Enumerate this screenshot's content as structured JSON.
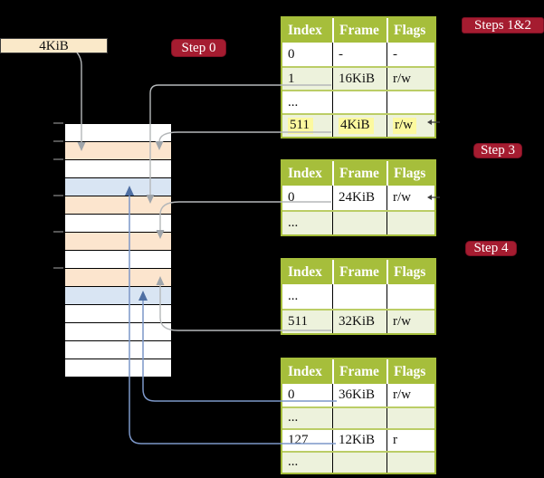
{
  "palette": {
    "background": "#000000",
    "table_header_green": "#A6BE3B",
    "table_row_green": "#EDF2DC",
    "highlight_yellow": "#FCF99F",
    "badge_red": "#A51C30",
    "frame_box_cream": "#FAE9C9",
    "gray_arrow": "#A9ACAE",
    "blue_arrow": "#4F6FA3",
    "row_colors": {
      "empty": "#FFFFFF",
      "pagetable": "#FCE5CE",
      "data": "#D9E5F3"
    }
  },
  "frame_label": {
    "text": "4KiB"
  },
  "badges": {
    "step0": "Step 0",
    "steps12": "Steps 1&2",
    "step3": "Step 3",
    "step4": "Step 4"
  },
  "memory": {
    "rows": [
      "empty",
      "pagetable",
      "empty",
      "data",
      "pagetable",
      "empty",
      "pagetable",
      "empty",
      "pagetable",
      "data",
      "empty",
      "empty",
      "empty",
      "empty"
    ]
  },
  "tables": [
    {
      "name": "root-page-table",
      "headers": [
        "Index",
        "Frame",
        "Flags"
      ],
      "rows": [
        {
          "cells": [
            "0",
            "-",
            "-"
          ],
          "shaded": false,
          "highlight": false
        },
        {
          "cells": [
            "1",
            "16KiB",
            "r/w"
          ],
          "shaded": true,
          "highlight": false
        },
        {
          "cells": [
            "...",
            "",
            ""
          ],
          "shaded": false,
          "highlight": false
        },
        {
          "cells": [
            "511",
            "4KiB",
            "r/w"
          ],
          "shaded": true,
          "highlight": true
        }
      ]
    },
    {
      "name": "level2-page-table",
      "headers": [
        "Index",
        "Frame",
        "Flags"
      ],
      "rows": [
        {
          "cells": [
            "0",
            "24KiB",
            "r/w"
          ],
          "shaded": false,
          "highlight": false
        },
        {
          "cells": [
            "...",
            "",
            ""
          ],
          "shaded": true,
          "highlight": false
        }
      ]
    },
    {
      "name": "level3-page-table",
      "headers": [
        "Index",
        "Frame",
        "Flags"
      ],
      "rows": [
        {
          "cells": [
            "...",
            "",
            ""
          ],
          "shaded": false,
          "highlight": false
        },
        {
          "cells": [
            "511",
            "32KiB",
            "r/w"
          ],
          "shaded": true,
          "highlight": false
        }
      ]
    },
    {
      "name": "leaf-page-table",
      "headers": [
        "Index",
        "Frame",
        "Flags"
      ],
      "rows": [
        {
          "cells": [
            "0",
            "36KiB",
            "r/w"
          ],
          "shaded": false,
          "highlight": false
        },
        {
          "cells": [
            "...",
            "",
            ""
          ],
          "shaded": true,
          "highlight": false
        },
        {
          "cells": [
            "127",
            "12KiB",
            "r"
          ],
          "shaded": false,
          "highlight": false
        },
        {
          "cells": [
            "...",
            "",
            ""
          ],
          "shaded": true,
          "highlight": false
        }
      ]
    }
  ]
}
